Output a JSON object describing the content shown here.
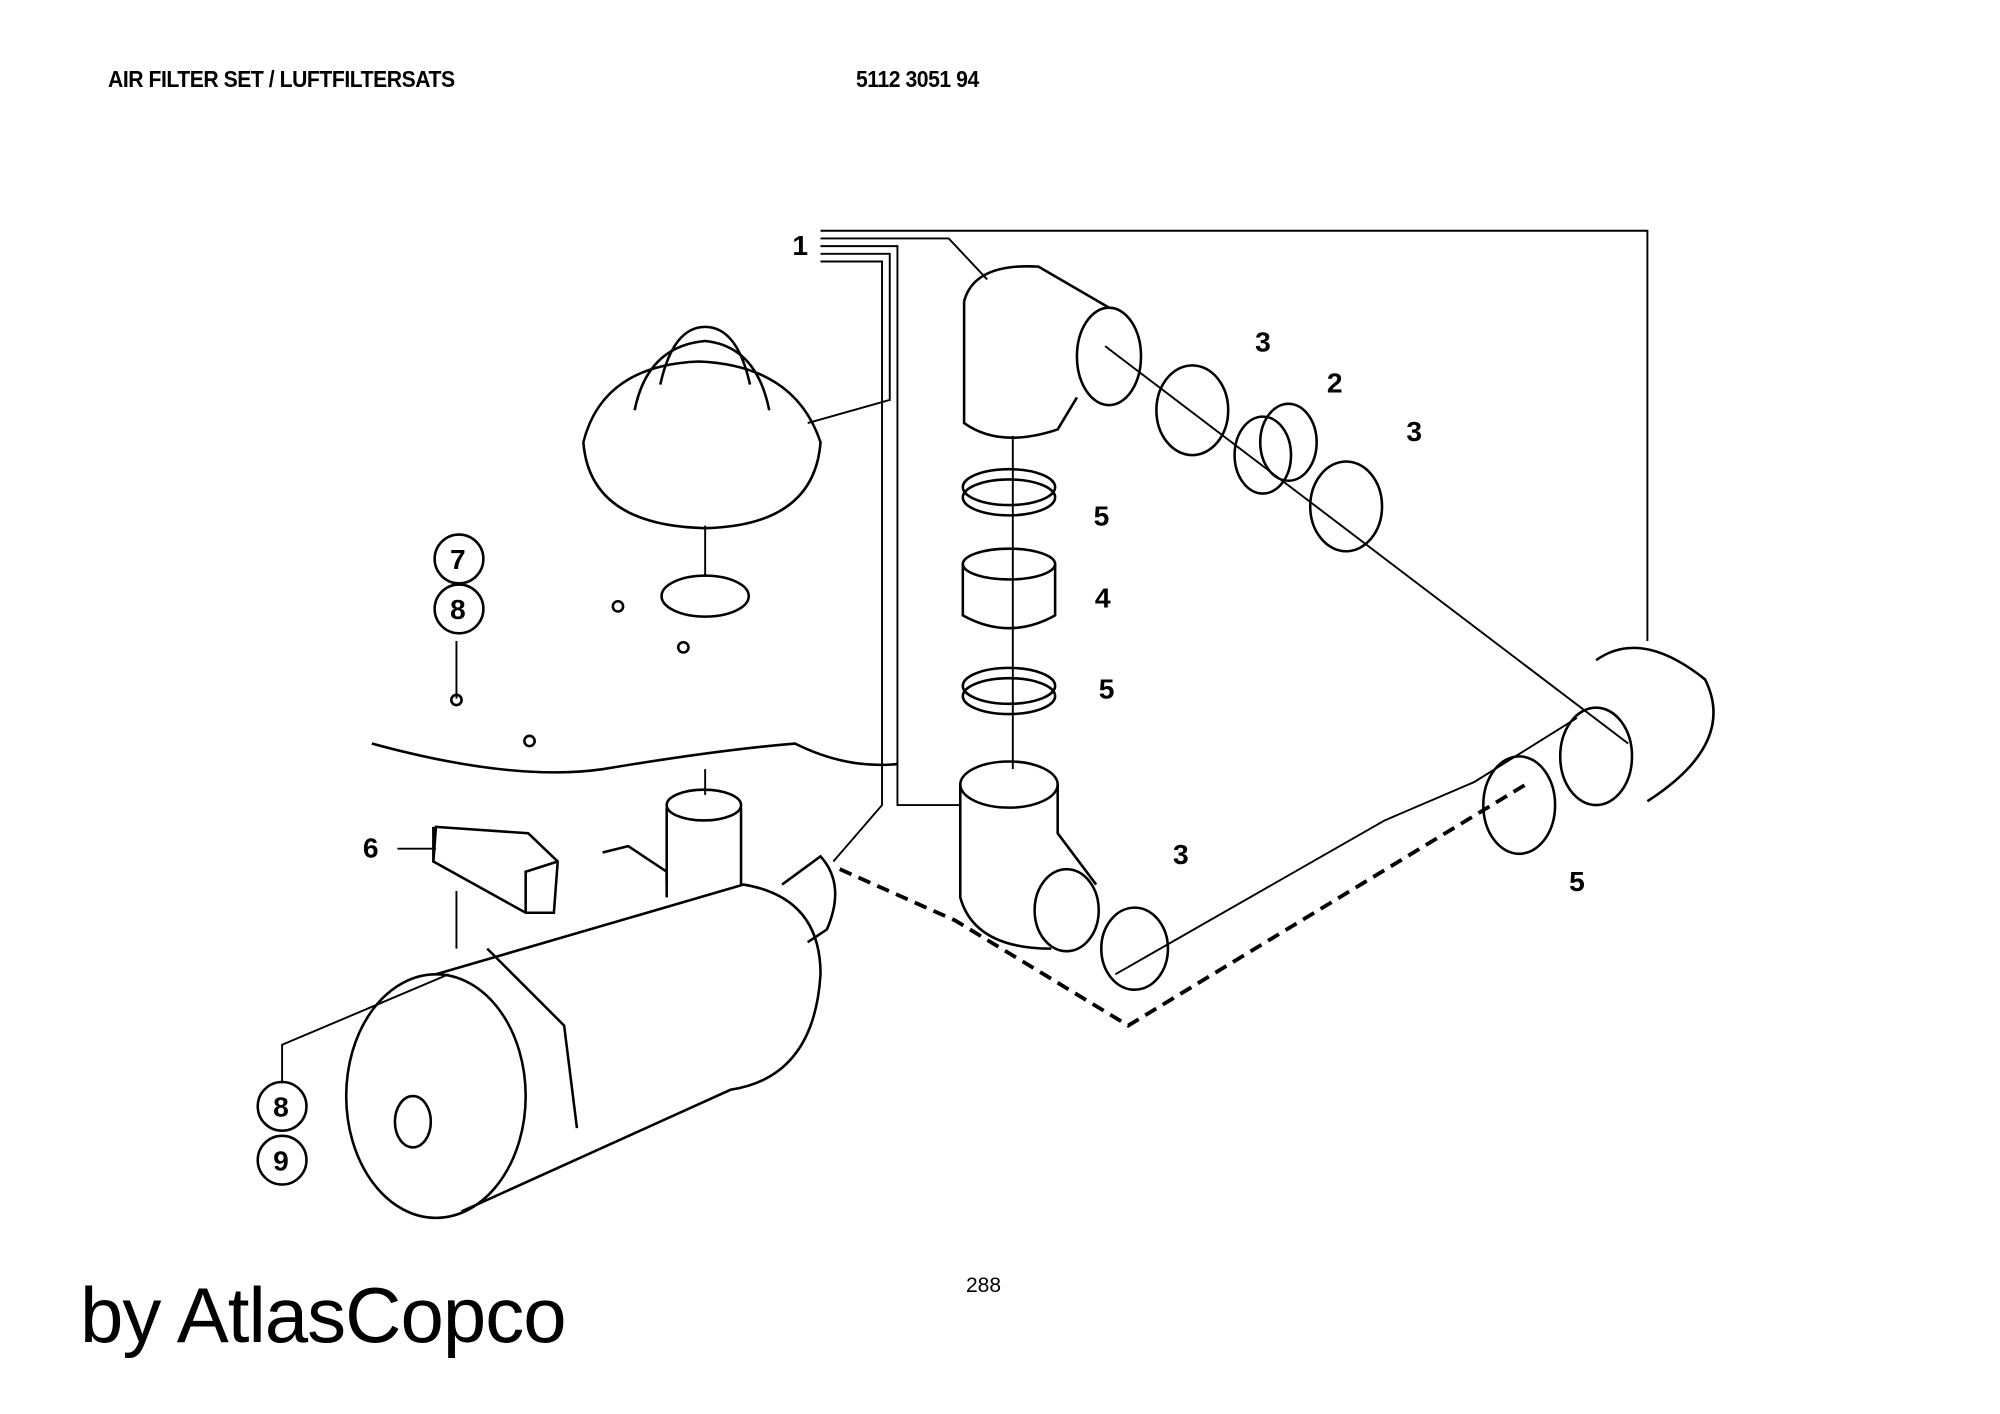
{
  "header": {
    "title": "AIR FILTER SET / LUFTFILTERSATS",
    "part_number": "5112 3051 94"
  },
  "callouts": {
    "c1": "1",
    "c2": "2",
    "c3a": "3",
    "c3b": "3",
    "c3c": "3",
    "c4": "4",
    "c5a": "5",
    "c5b": "5",
    "c5c": "5",
    "c6": "6",
    "c7": "7",
    "c8a": "8",
    "c8b": "8",
    "c9": "9"
  },
  "footer": {
    "page_number": "288",
    "brand": "by AtlasCopco"
  }
}
